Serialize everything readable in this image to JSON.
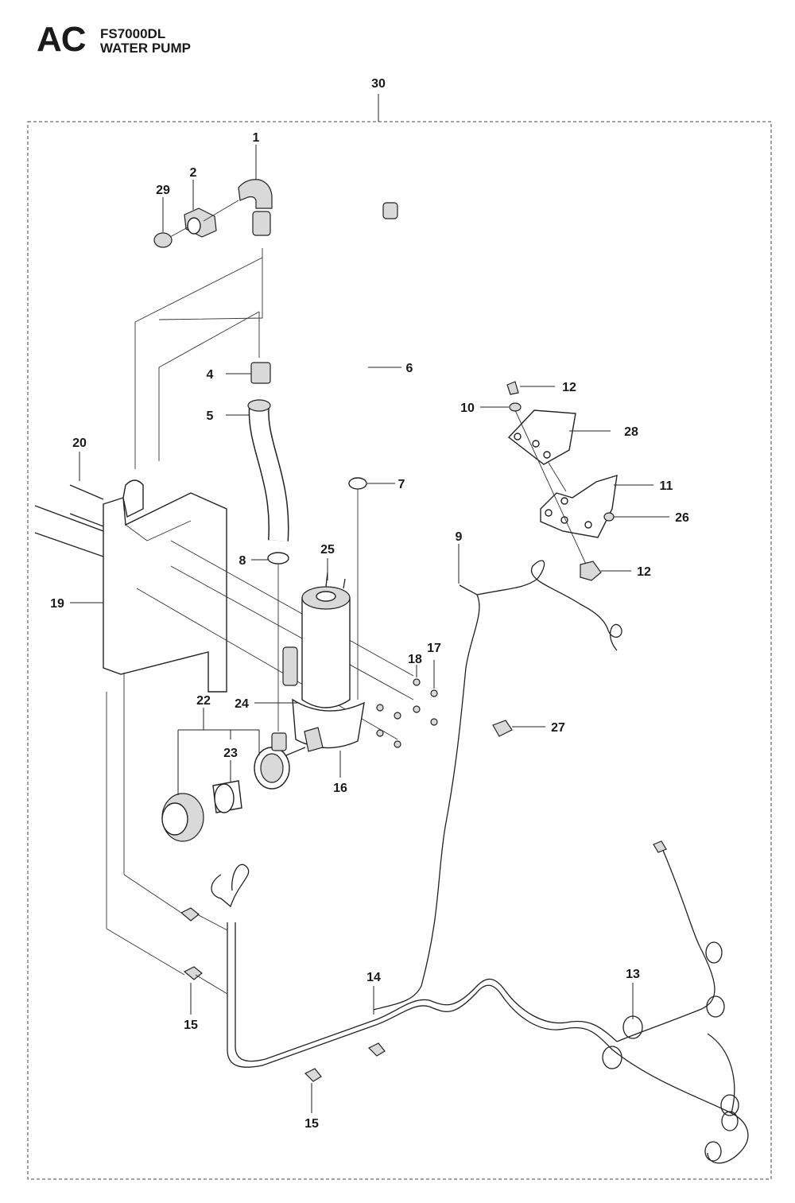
{
  "header": {
    "section_code": "AC",
    "model": "FS7000DL",
    "title": "WATER PUMP"
  },
  "callouts": [
    "1",
    "2",
    "4",
    "5",
    "6",
    "7",
    "8",
    "9",
    "10",
    "11",
    "12",
    "12",
    "13",
    "14",
    "15",
    "15",
    "16",
    "17",
    "18",
    "19",
    "20",
    "22",
    "23",
    "24",
    "25",
    "26",
    "27",
    "28",
    "29",
    "30"
  ]
}
